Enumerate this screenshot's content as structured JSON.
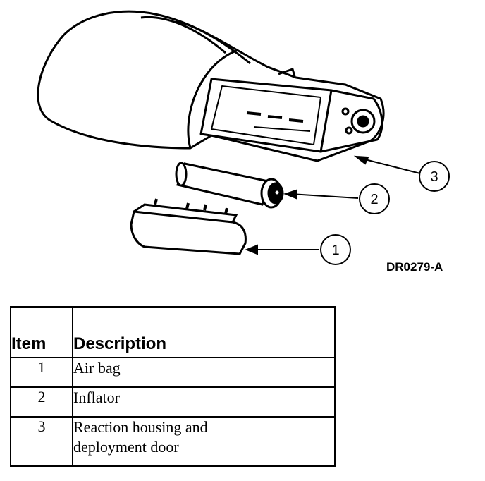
{
  "figure_id": "DR0279-A",
  "callouts": [
    "1",
    "2",
    "3"
  ],
  "table": {
    "headers": {
      "item": "Item",
      "description": "Description"
    },
    "rows": [
      {
        "item": "1",
        "description": "Air bag"
      },
      {
        "item": "2",
        "description": "Inflator"
      },
      {
        "item": "3",
        "description_lines": [
          "Reaction housing and",
          "deployment door"
        ]
      }
    ]
  }
}
